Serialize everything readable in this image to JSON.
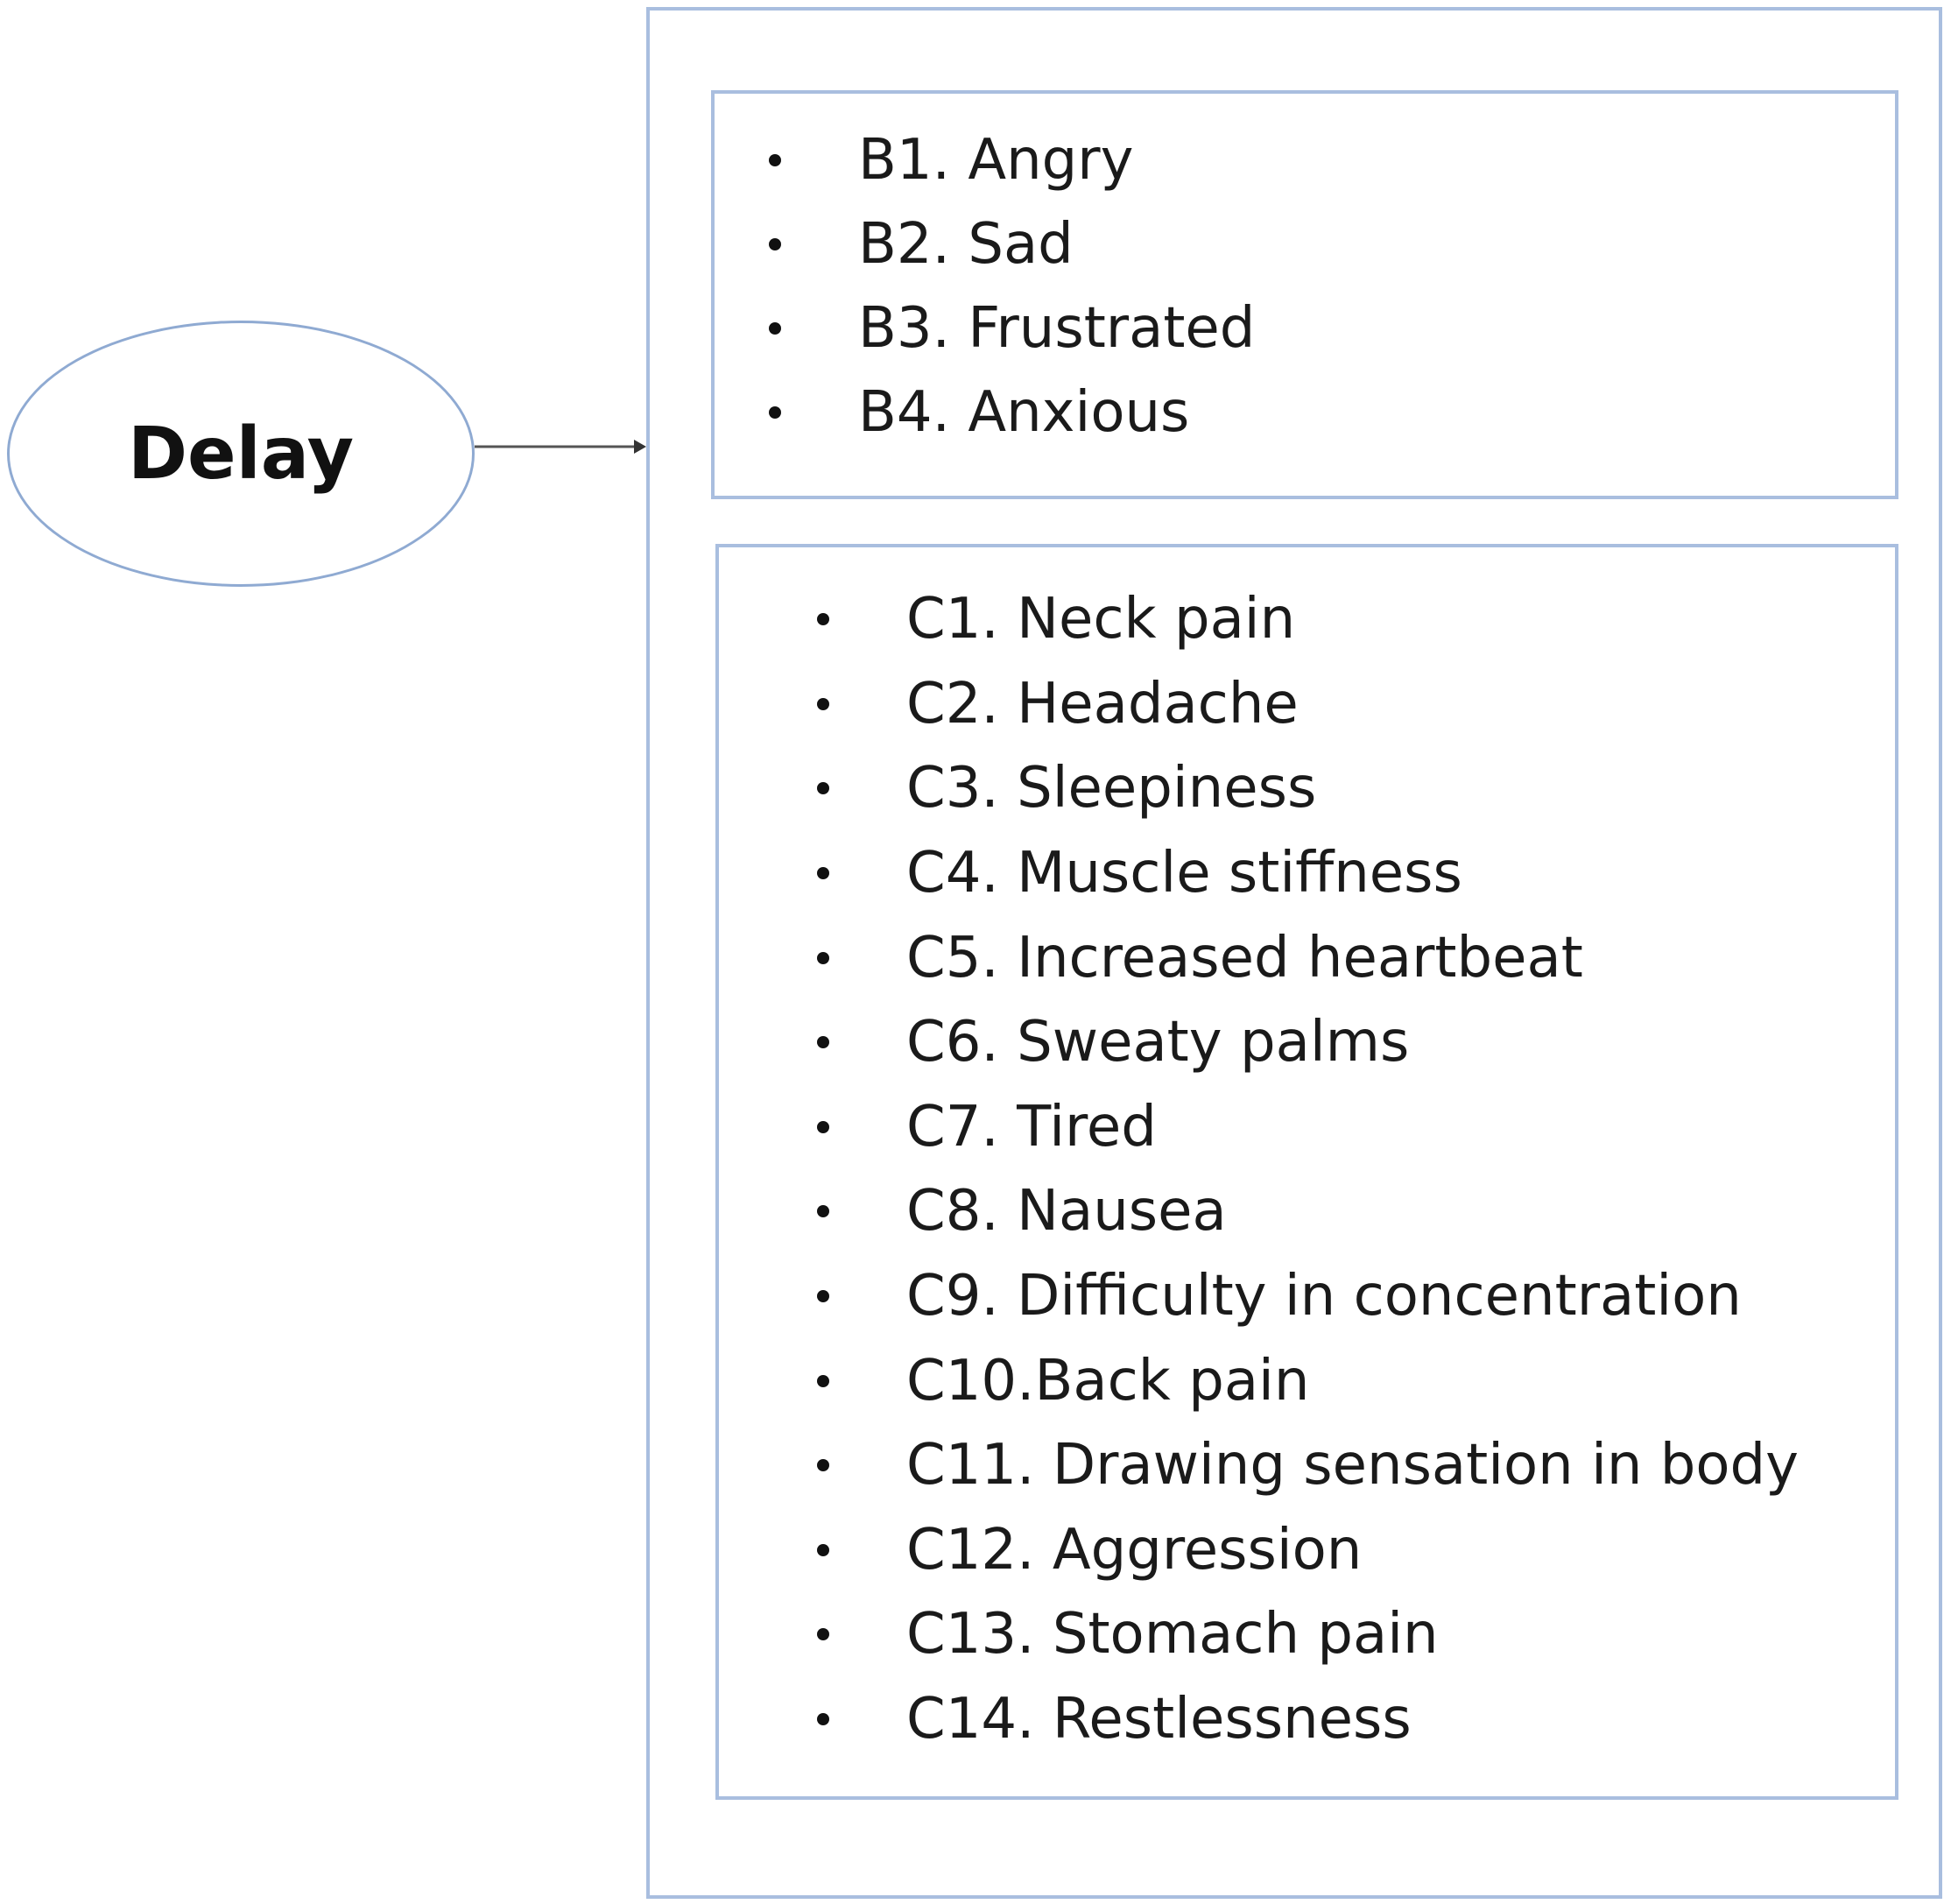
{
  "diagram": {
    "source_node": {
      "label": "Delay"
    },
    "group_b": {
      "items": [
        "B1. Angry",
        "B2. Sad",
        "B3. Frustrated",
        "B4. Anxious"
      ]
    },
    "group_c": {
      "items": [
        "C1. Neck pain",
        "C2. Headache",
        "C3. Sleepiness",
        "C4. Muscle stiffness",
        "C5. Increased heartbeat",
        "C6. Sweaty palms",
        "C7. Tired",
        "C8. Nausea",
        "C9. Difficulty in concentration",
        "C10.Back pain",
        "C11. Drawing sensation in body",
        "C12. Aggression",
        "C13. Stomach pain",
        "C14. Restlessness"
      ]
    },
    "colors": {
      "border": "#a9bedf",
      "oval_border": "#8faad2",
      "arrow": "#555555",
      "text": "#1a1a1a"
    }
  }
}
